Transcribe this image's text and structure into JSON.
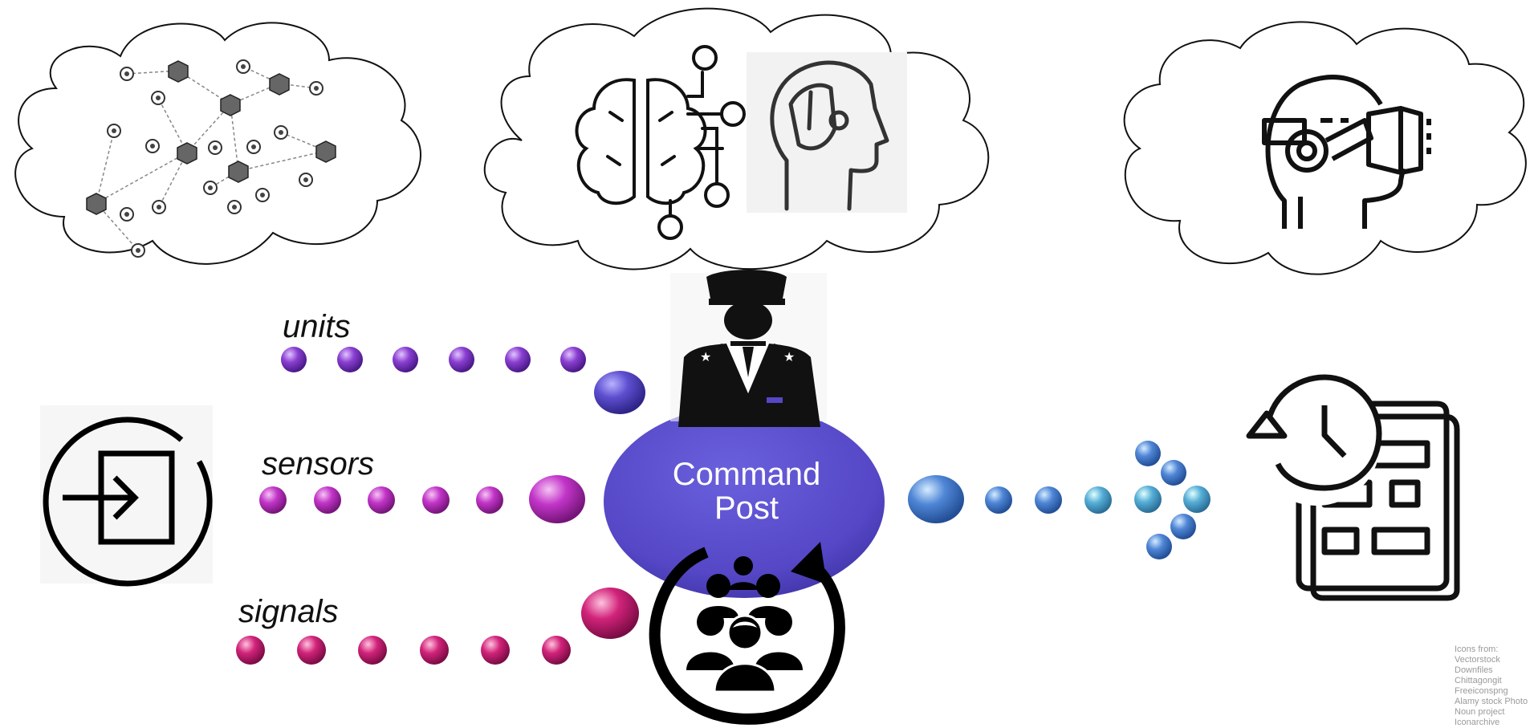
{
  "labels": {
    "units": "units",
    "sensors": "sensors",
    "signals": "signals",
    "command_line1": "Command",
    "command_line2": "Post"
  },
  "credits": [
    "Icons from:",
    "Vectorstock",
    "Downfiles",
    "Chittagongit",
    "Freeiconspng",
    "Alamy stock Photo",
    "Noun project",
    "Iconarchive"
  ],
  "colors": {
    "units_dot": "#8a3fd1",
    "sensors_dot": "#c235c9",
    "signals_dot": "#d1237a",
    "output_dot": "#4f86d6",
    "command_post": "#5a4fc8",
    "outline": "#111111",
    "credits_text": "#9a9a9a"
  },
  "icons": {
    "network_cloud": "network-graph-icon",
    "ai_cloud": "brain-robot-head-icon",
    "vr_cloud": "vr-headset-person-icon",
    "input": "sign-in-icon",
    "commander": "military-officer-icon",
    "team": "team-cycle-icon",
    "output": "schedule-history-icon"
  }
}
